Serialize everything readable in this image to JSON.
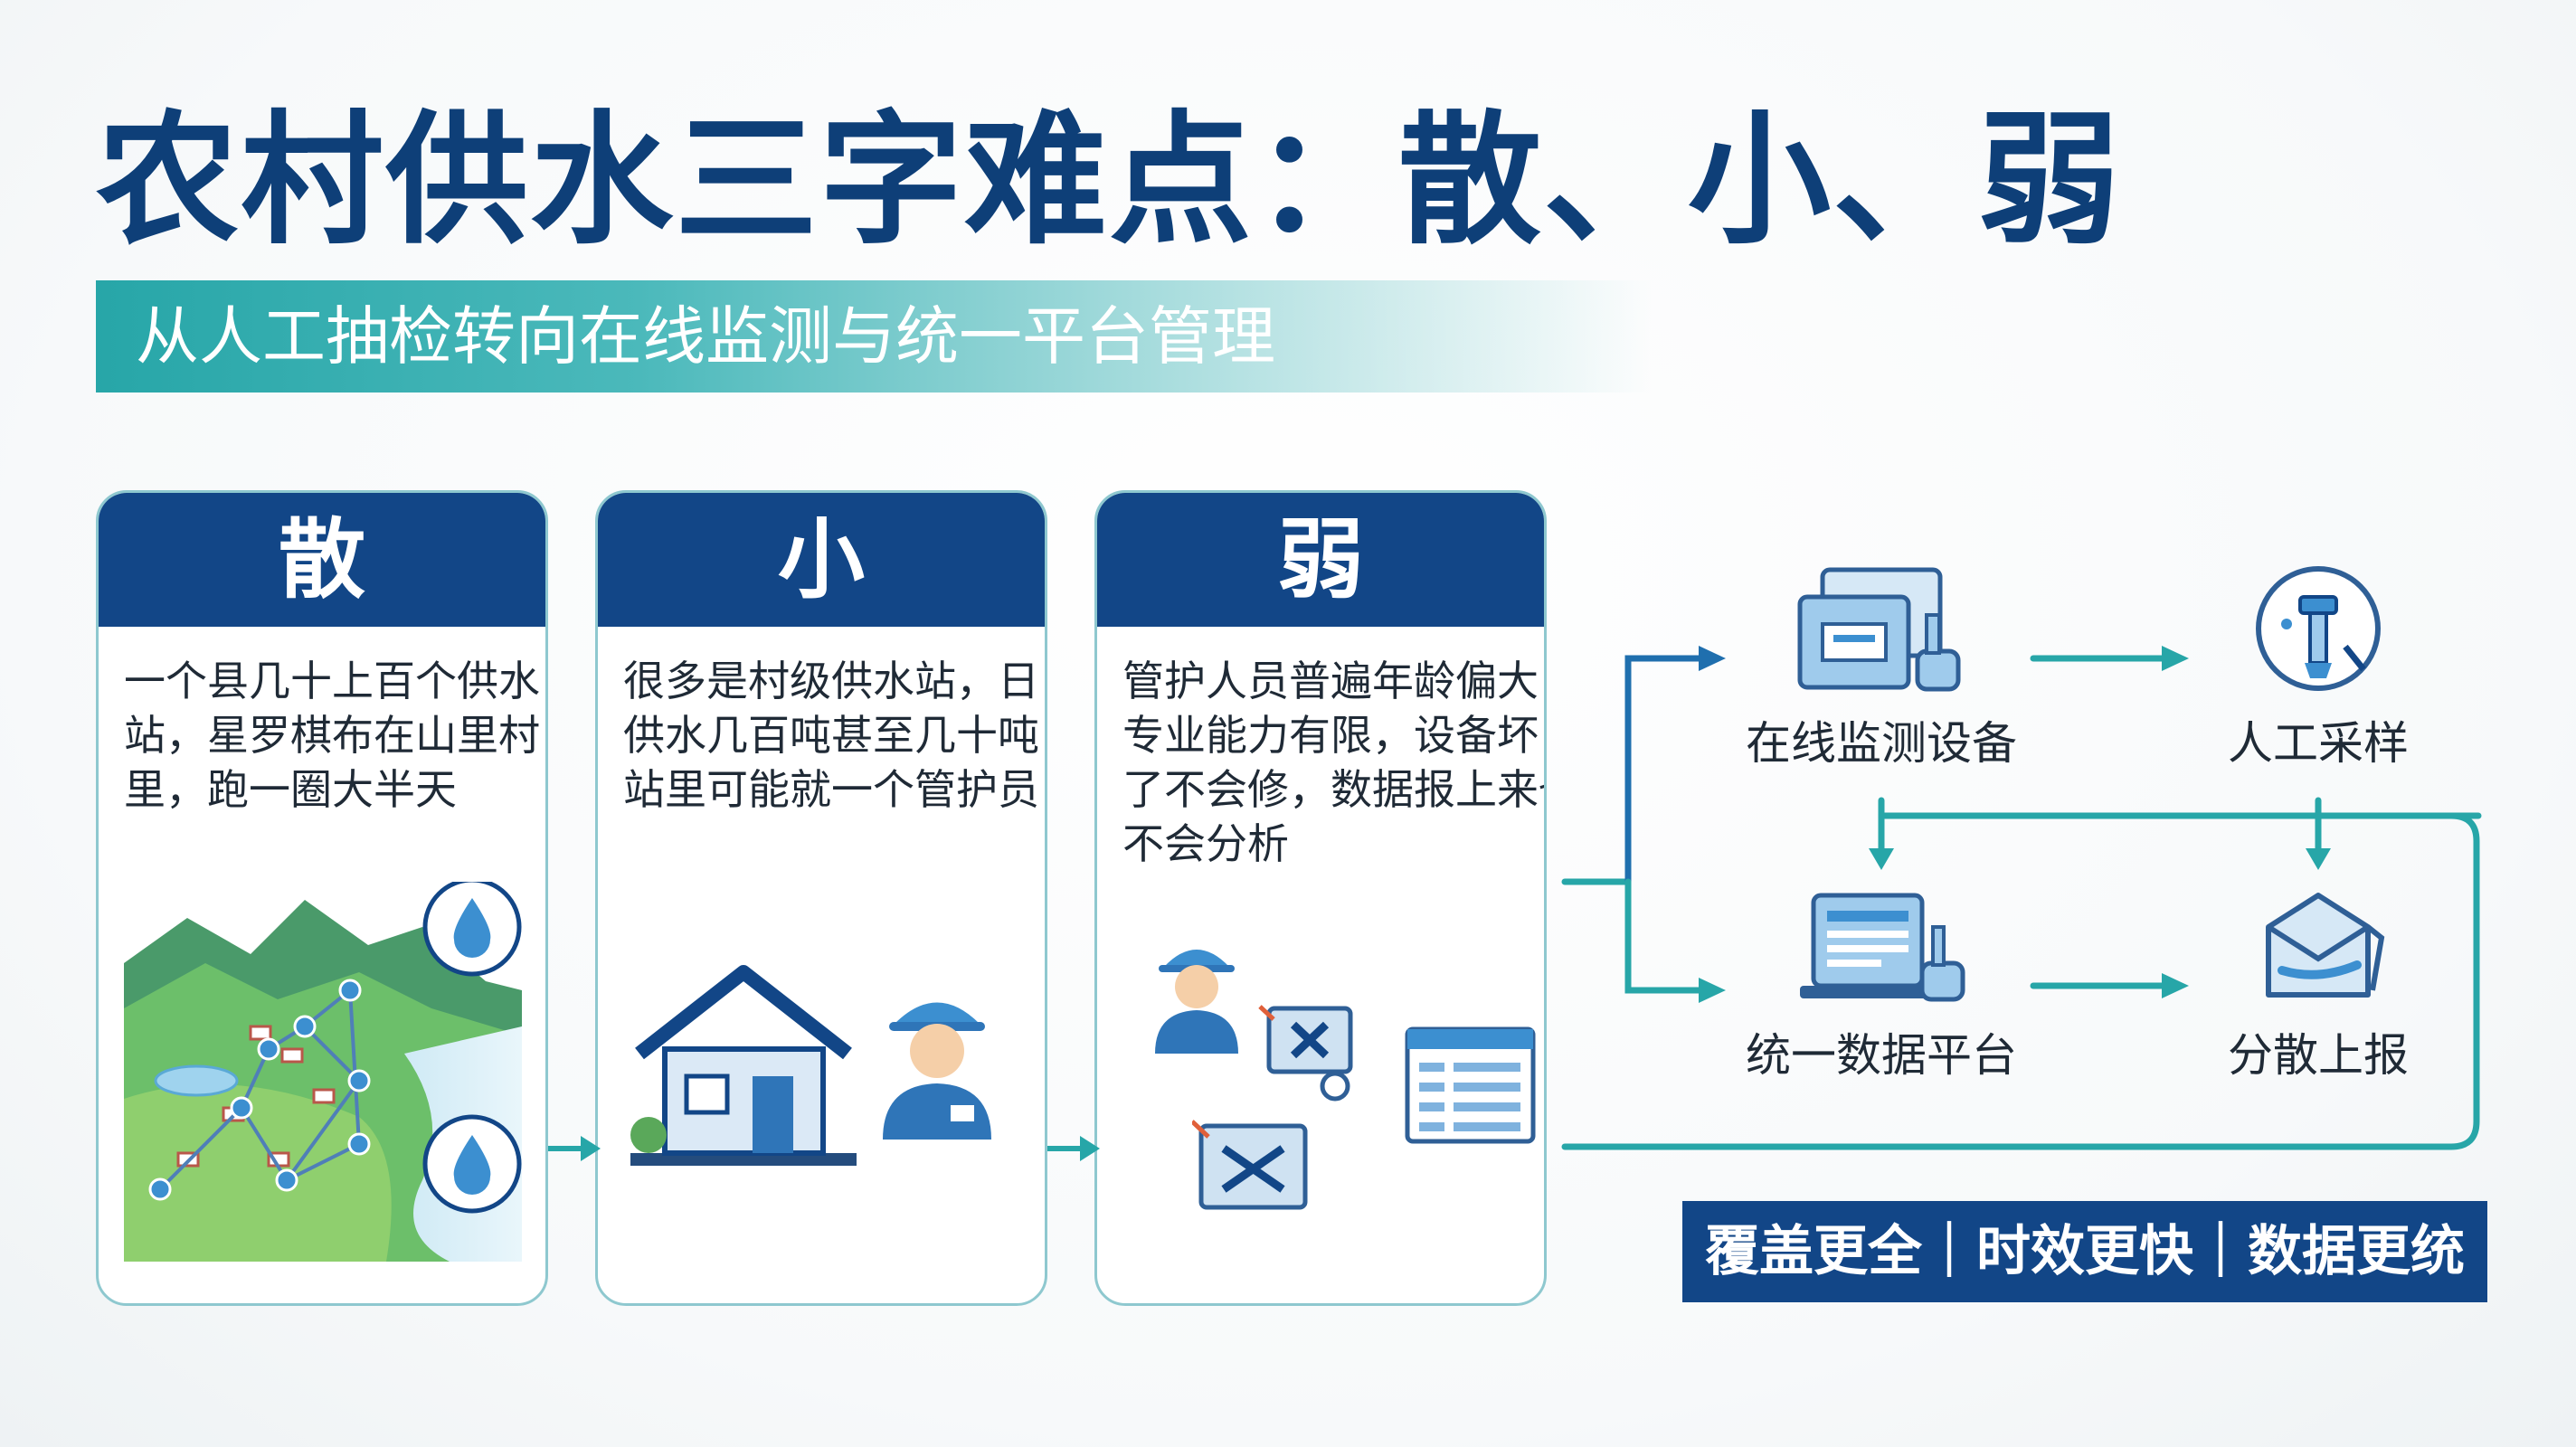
{
  "title": "农村供水三字难点：散、小、弱",
  "subtitle": "从人工抽检转向在线监测与统一平台管理",
  "cards": [
    {
      "heading": "散",
      "lines": [
        "一个县几十上百个供水",
        "站，星罗棋布在山里村",
        "里，跑一圈大半天"
      ],
      "icon": "mountain-village-map-icon"
    },
    {
      "heading": "小",
      "lines": [
        "很多是村级供水站，日",
        "供水几百吨甚至几十吨，",
        "站里可能就一个管护员"
      ],
      "icon": "water-station-house-icon"
    },
    {
      "heading": "弱",
      "lines": [
        "管护人员普遍年龄偏大，",
        "专业能力有限，设备坏",
        "了不会修，数据报上来也",
        "不会分析"
      ],
      "icon": "broken-equipment-icon"
    }
  ],
  "nodes": [
    {
      "label": "在线监测设备",
      "icon": "monitoring-device-icon"
    },
    {
      "label": "人工采样",
      "icon": "manual-sampling-icon"
    },
    {
      "label": "统一数据平台",
      "icon": "data-platform-icon"
    },
    {
      "label": "分散上报",
      "icon": "scattered-report-icon"
    }
  ],
  "summary": "覆盖更全｜时效更快｜数据更统",
  "colors": {
    "navy": "#124687",
    "title": "#0e3f78",
    "teal": "#27a6a8",
    "card_border": "#8ec8cf",
    "icon_blue": "#3c8fd0"
  }
}
